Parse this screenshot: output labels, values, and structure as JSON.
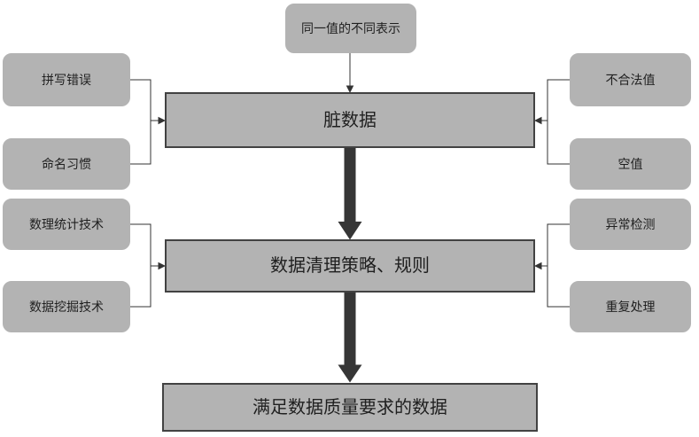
{
  "colors": {
    "canvas_bg": "#ffffff",
    "node_fill": "#b3b3b3",
    "node_border": "#424242",
    "connector": "#333333",
    "block_arrow": "#363636",
    "text": "#1f1f1f"
  },
  "nodes": {
    "same_value": {
      "label": "同一值的不同表示"
    },
    "spelling_errors": {
      "label": "拼写错误"
    },
    "naming_habits": {
      "label": "命名习惯"
    },
    "illegal_values": {
      "label": "不合法值"
    },
    "null_values": {
      "label": "空值"
    },
    "dirty_data": {
      "label": "脏数据"
    },
    "math_statistics": {
      "label": "数理统计技术"
    },
    "data_mining": {
      "label": "数据挖掘技术"
    },
    "anomaly_detection": {
      "label": "异常检测"
    },
    "duplicate_handling": {
      "label": "重复处理"
    },
    "cleaning_strategy": {
      "label": "数据清理策略、规则"
    },
    "quality_data": {
      "label": "满足数据质量要求的数据"
    }
  }
}
